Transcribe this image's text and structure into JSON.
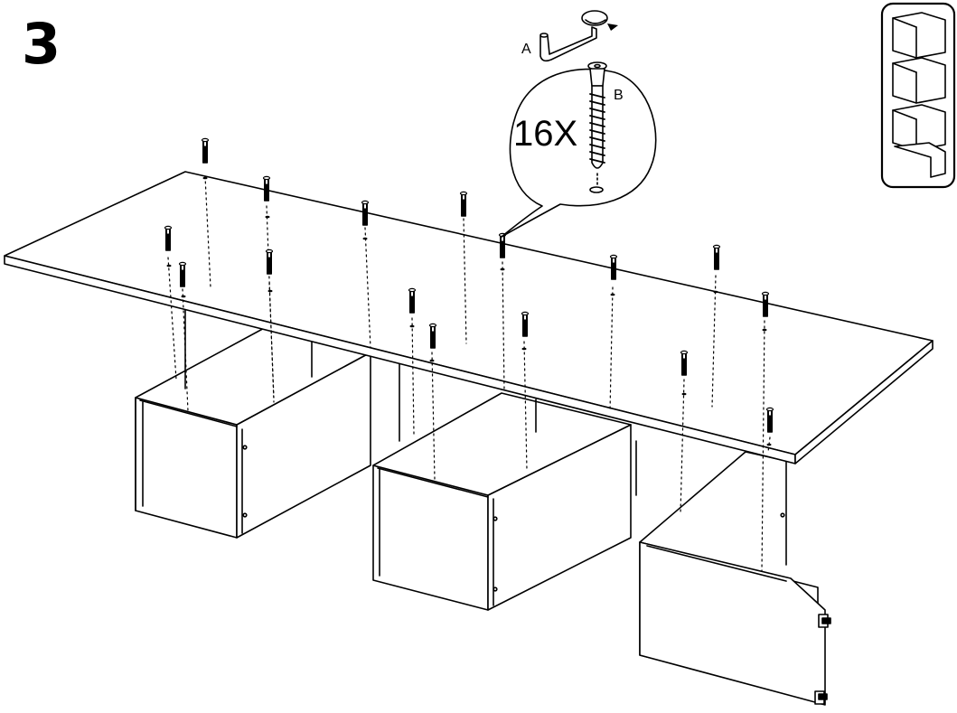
{
  "step": {
    "number": "3"
  },
  "detail": {
    "tool_label": "A",
    "screw_label": "B",
    "quantity": "16X",
    "quantity_value": 16
  },
  "icons": {
    "tool": "allen-key-icon",
    "screw": "screw-icon",
    "thumbnail": "shelf-unit-icon"
  },
  "colors": {
    "line": "#000000",
    "background": "#ffffff"
  }
}
